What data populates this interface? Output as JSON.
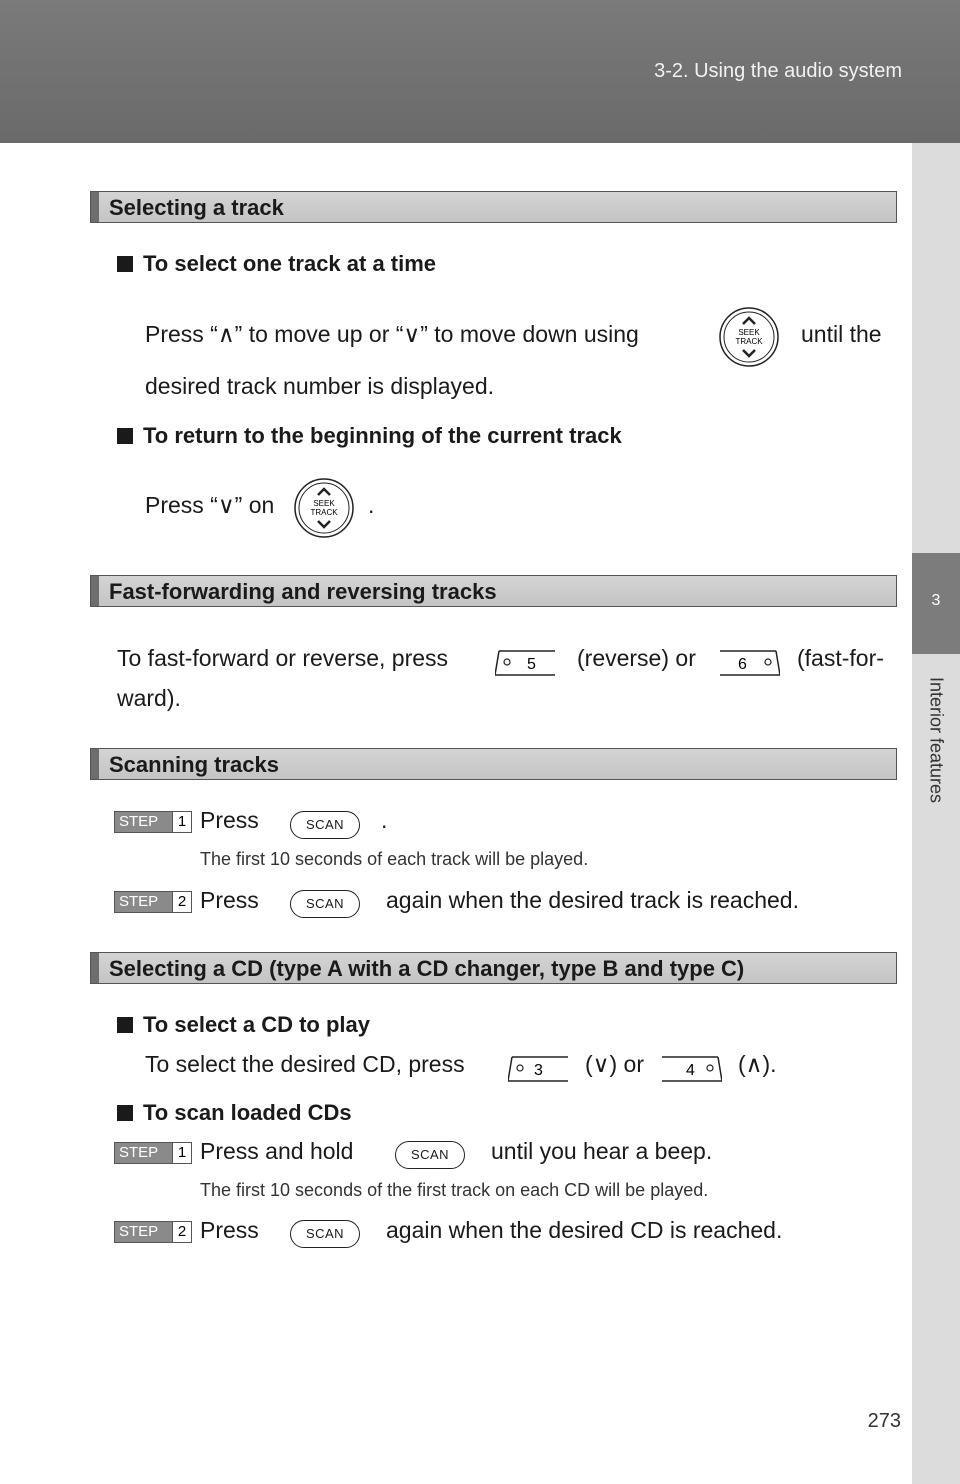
{
  "header": {
    "title": "3-2. Using the audio system"
  },
  "side": {
    "chapter": "3",
    "label": "Interior features"
  },
  "page_number": "273",
  "sections": {
    "s1": "Selecting a track",
    "s2": "Fast-forwarding and reversing tracks",
    "s3": "Scanning tracks",
    "s4": "Selecting a CD (type A with a CD changer, type B and type C)"
  },
  "track": {
    "sub1": "To select one track at a time",
    "line1a": "Press “∧” to move up or “∨” to move down using",
    "line1b": "until the",
    "line2": "desired track number is displayed.",
    "sub2": "To return to the beginning of the current track",
    "line3a": "Press “∨” on",
    "line3b": "."
  },
  "knob": {
    "top": "SEEK",
    "bottom": "TRACK"
  },
  "ff": {
    "a": "To fast-forward or reverse, press",
    "b": "(reverse) or",
    "c": "(fast-for-",
    "d": "ward).",
    "btn5": "5",
    "btn6": "6"
  },
  "scanning": {
    "step_word": "STEP",
    "s1_num": "1",
    "s2_num": "2",
    "press": "Press",
    "dot": ".",
    "note1": "The first 10 seconds of each track will be played.",
    "again": "again when the desired track is reached.",
    "scan_label": "SCAN"
  },
  "cd": {
    "sub1": "To select a CD to play",
    "line1a": "To select the desired CD, press",
    "line1b": "(∨) or",
    "line1c": "(∧).",
    "btn3": "3",
    "btn4": "4",
    "sub2": "To scan loaded CDs",
    "hold": "Press and hold",
    "beep": "until you hear a beep.",
    "note2": "The first 10 seconds of the first track on each CD will be played.",
    "press": "Press",
    "again": "again when the desired CD is reached."
  }
}
